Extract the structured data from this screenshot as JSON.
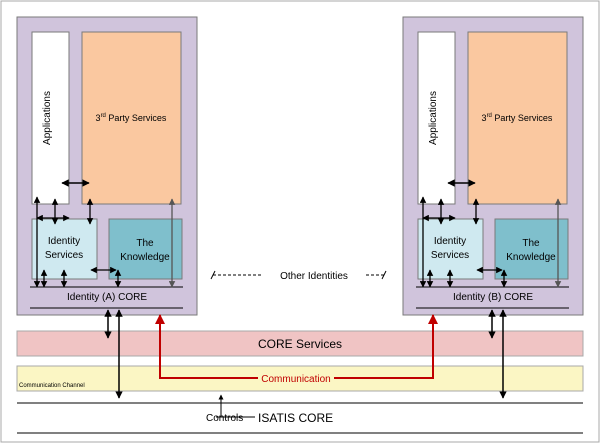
{
  "colors": {
    "outer_border": "#a8a8a8",
    "identity_fill": "#d0c4dc",
    "box_border": "#7a7a7a",
    "app_fill": "#ffffff",
    "third_party_fill": "#fac8a0",
    "identity_services_fill": "#cfe9f0",
    "knowledge_fill": "#7fbfcc",
    "core_services_fill": "#f0c4c4",
    "communication_fill": "#fbf6c4",
    "communication_arrow": "#c00000",
    "line": "#000000"
  },
  "identity_a": {
    "applications": "Applications",
    "third_party_main": "3",
    "third_party_sup": "rd",
    "third_party_rest": " Party Services",
    "identity_services_line1": "Identity",
    "identity_services_line2": "Services",
    "knowledge_line1": "The",
    "knowledge_line2": "Knowledge",
    "core_label": "Identity (A) CORE"
  },
  "identity_b": {
    "applications": "Applications",
    "third_party_main": "3",
    "third_party_sup": "rd",
    "third_party_rest": " Party Services",
    "identity_services_line1": "Identity",
    "identity_services_line2": "Services",
    "knowledge_line1": "The",
    "knowledge_line2": "Knowledge",
    "core_label": "Identity (B) CORE"
  },
  "other_identities": "Other Identities",
  "core_services": "CORE Services",
  "communication_channel": "Communication Channel",
  "communication": "Communication",
  "controls": "Controls",
  "isatis_core": "ISATIS CORE"
}
